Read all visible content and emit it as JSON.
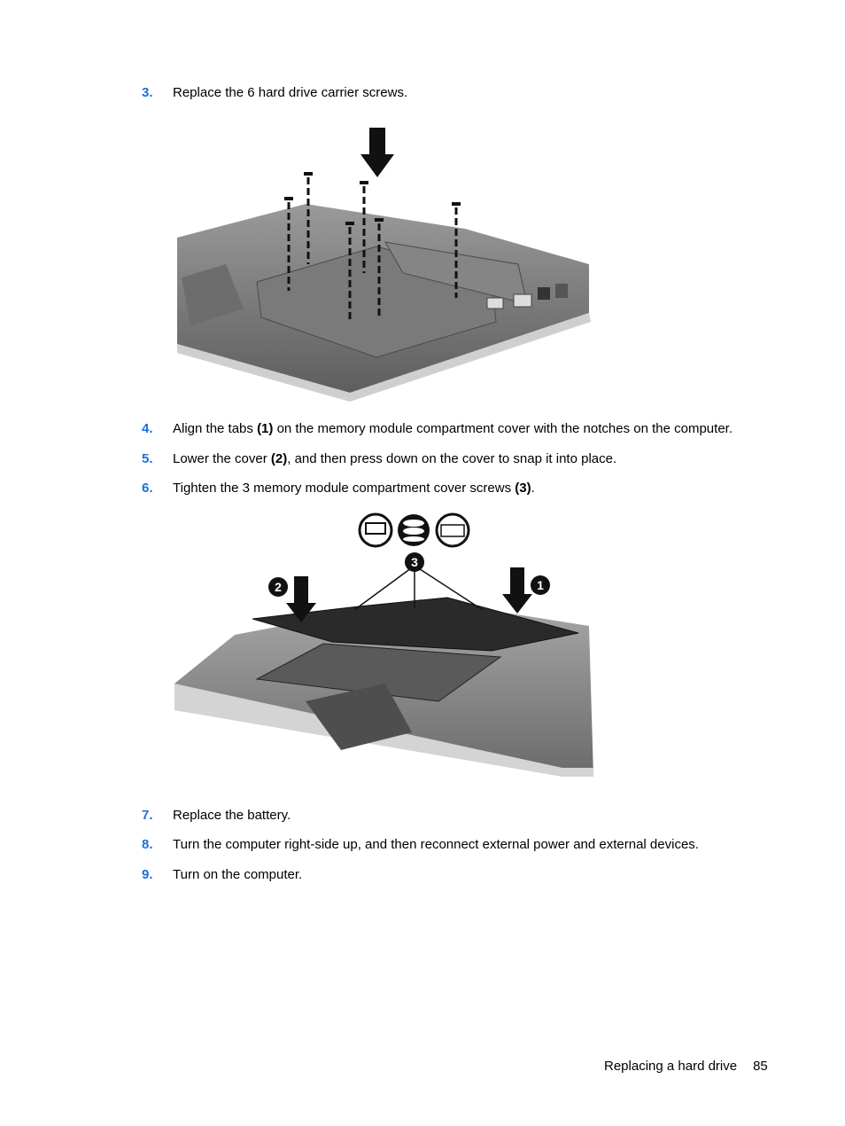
{
  "steps": [
    {
      "num": "3.",
      "text": "Replace the 6 hard drive carrier screws."
    },
    {
      "num": "4.",
      "pre": "Align the tabs ",
      "bold": "(1)",
      "post": " on the memory module compartment cover with the notches on the computer."
    },
    {
      "num": "5.",
      "pre": "Lower the cover ",
      "bold": "(2)",
      "post": ", and then press down on the cover to snap it into place."
    },
    {
      "num": "6.",
      "pre": "Tighten the 3 memory module compartment cover screws ",
      "bold": "(3)",
      "post": "."
    },
    {
      "num": "7.",
      "text": "Replace the battery."
    },
    {
      "num": "8.",
      "text": "Turn the computer right-side up, and then reconnect external power and external devices."
    },
    {
      "num": "9.",
      "text": "Turn on the computer."
    }
  ],
  "figure2": {
    "callout_1": "1",
    "callout_2": "2",
    "callout_3": "3"
  },
  "footer": {
    "section": "Replacing a hard drive",
    "page": "85"
  },
  "colors": {
    "step_number": "#1f6fd6"
  }
}
